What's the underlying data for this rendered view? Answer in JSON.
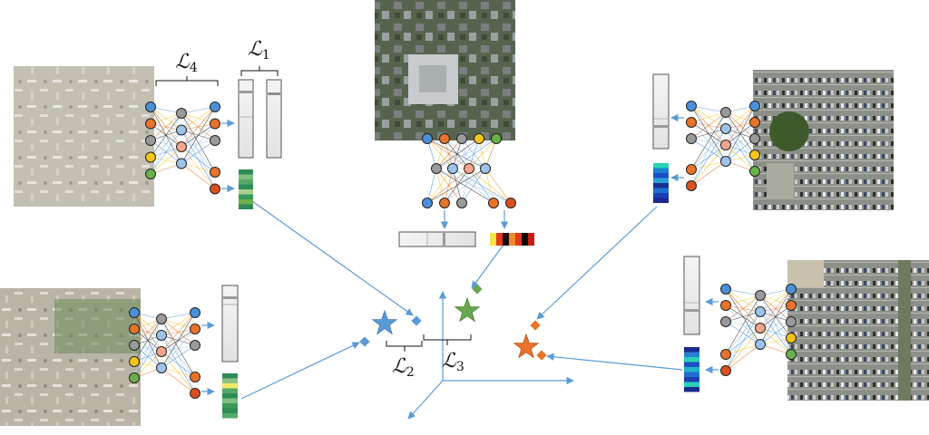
{
  "labels": {
    "L1": {
      "symbol": "ℒ",
      "sub": "1"
    },
    "L2": {
      "symbol": "ℒ",
      "sub": "2"
    },
    "L3": {
      "symbol": "ℒ",
      "sub": "3"
    },
    "L4": {
      "symbol": "ℒ",
      "sub": "4"
    }
  },
  "colors": {
    "node_blue": "#4a90d9",
    "node_orange": "#e8732a",
    "node_gray": "#9a9a9a",
    "node_yellow": "#f2c418",
    "node_green": "#6ab04c",
    "node_lightblue": "#9ec3ea",
    "node_salmon": "#f2a58c",
    "node_red": "#d9501e",
    "arrow": "#5b9bd5",
    "star_blue": "#5b9bd5",
    "star_green": "#6aa84f",
    "star_orange": "#e8732a"
  },
  "panels": [
    {
      "id": "airport-top-left",
      "image_icon": "aerial-airport-image"
    },
    {
      "id": "airport-bottom-left",
      "image_icon": "aerial-airport-image"
    },
    {
      "id": "city-top-center",
      "image_icon": "aerial-city-image"
    },
    {
      "id": "parking-top-right",
      "image_icon": "aerial-parking-image"
    },
    {
      "id": "parking-bottom-right",
      "image_icon": "aerial-parking-image"
    }
  ]
}
